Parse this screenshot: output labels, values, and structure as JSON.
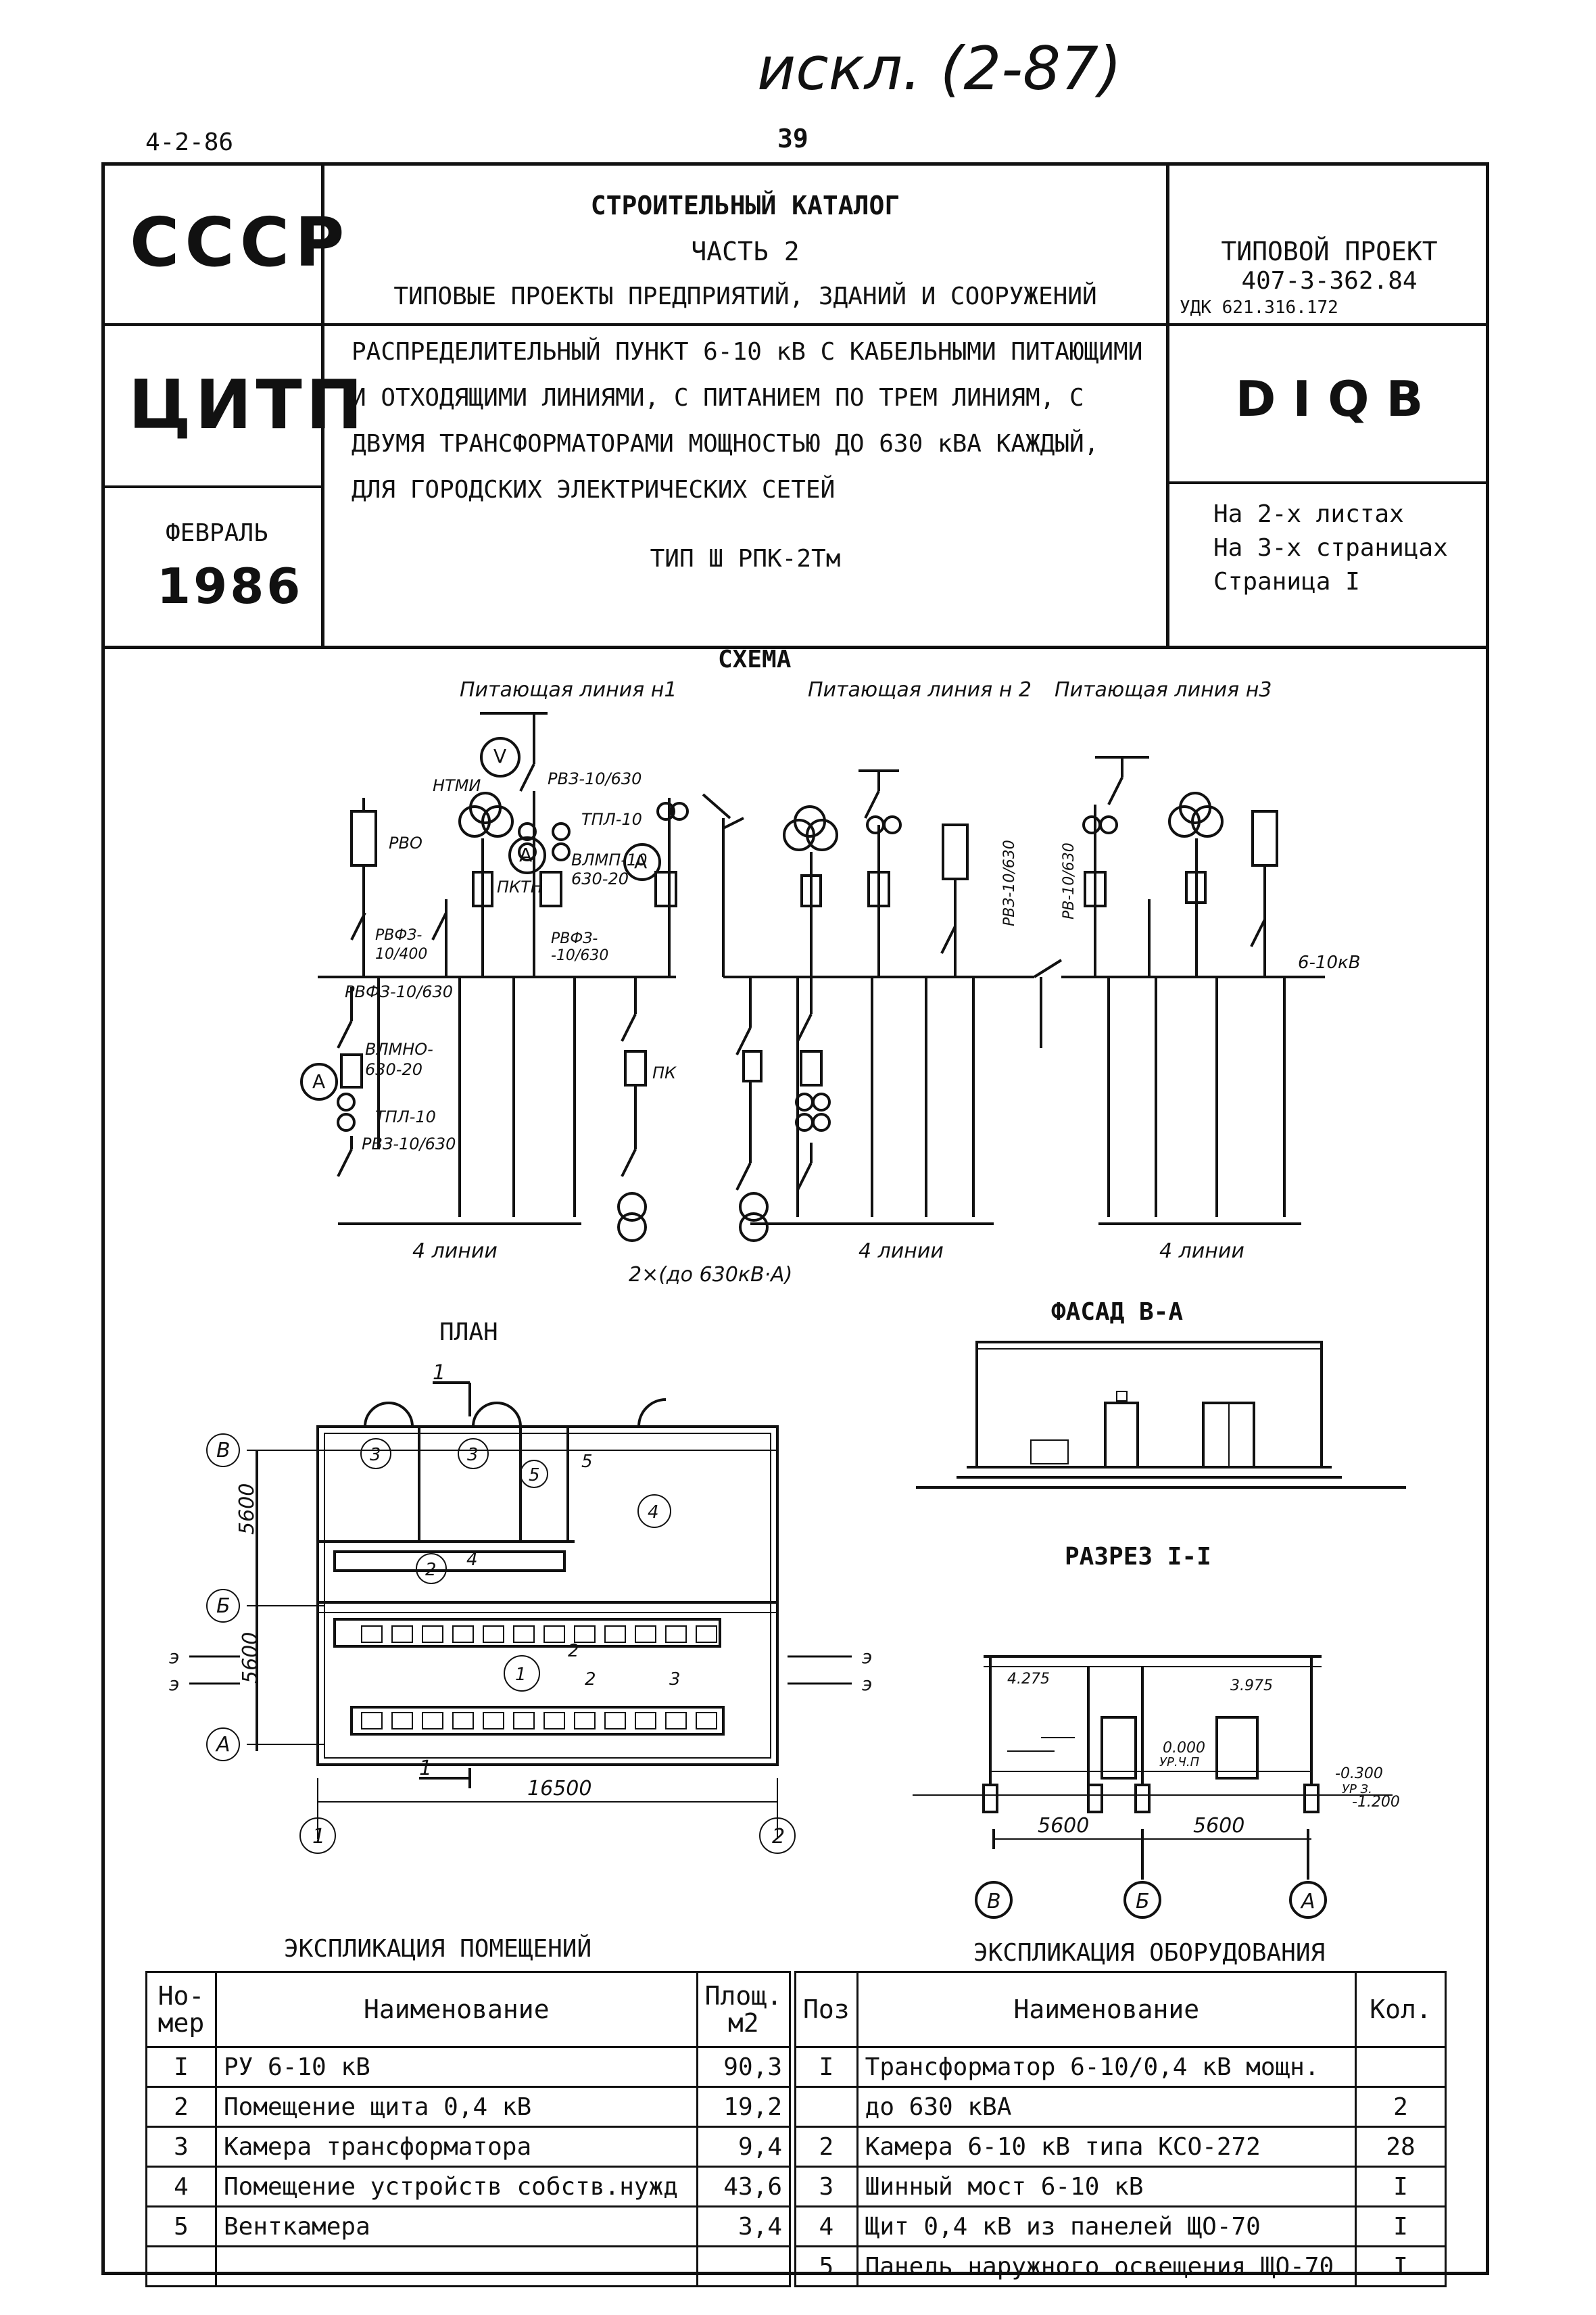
{
  "handwritten_note": "искл. (2-87)",
  "sheet_code": "4-2-86",
  "page_number": "39",
  "header": {
    "ussr": "СССР",
    "citp": "ЦИТП",
    "month": "ФЕВРАЛЬ",
    "year": "1986",
    "catalog_title": "СТРОИТЕЛЬНЫЙ КАТАЛОГ",
    "catalog_part": "ЧАСТЬ 2",
    "catalog_subtitle": "ТИПОВЫЕ ПРОЕКТЫ ПРЕДПРИЯТИЙ, ЗДАНИЙ И СООРУЖЕНИЙ",
    "project_label": "ТИПОВОЙ ПРОЕКТ",
    "project_number": "407-3-362.84",
    "udk": "УДК 621.316.172",
    "description_lines": [
      "РАСПРЕДЕЛИТЕЛЬНЫЙ ПУНКТ 6-10 кВ С КАБЕЛЬНЫМИ ПИТАЮЩИМИ",
      "И ОТХОДЯЩИМИ ЛИНИЯМИ, С ПИТАНИЕМ ПО ТРЕМ ЛИНИЯМ, С",
      "ДВУМЯ ТРАНСФОРМАТОРАМИ МОЩНОСТЬЮ ДО 630 кВА КАЖДЫЙ,",
      "ДЛЯ ГОРОДСКИХ ЭЛЕКТРИЧЕСКИХ СЕТЕЙ"
    ],
    "type_label": "ТИП Ш РПК-2Тм",
    "code": "D I Q B",
    "sheets_lines": [
      "На 2-х листах",
      "На 3-х страницах",
      "Страница I"
    ]
  },
  "schema": {
    "title": "СХЕМА",
    "feeders": [
      "Питающая линия н1",
      "Питающая линия н 2",
      "Питающая линия н3"
    ],
    "labels": {
      "ntmi": "НТМИ",
      "rvz": "РВЗ-10/630",
      "tpl": "ТПЛ-10",
      "rvo": "РВО",
      "vlmp": "ВЛМП-10",
      "vlmp2": "630-20",
      "pktn": "ПКТН",
      "rvfz_a": "РВФЗ-",
      "rvfz_a2": "10/400",
      "rvfz_b": "РВФЗ-",
      "rvfz_b2": "-10/630",
      "rvfz_c": "РВФЗ-10/630",
      "vlmno": "ВЛМНО-",
      "vlmno2": "630-20",
      "tpl2": "ТПЛ-10",
      "rvz2": "РВЗ-10/630",
      "pk": "ПК",
      "rvz_v": "РВЗ-10/630",
      "rv_v": "РВ-10/630",
      "bus_voltage": "6-10кВ",
      "lines_a": "4 линии",
      "lines_b": "4 линии",
      "lines_c": "4 линии",
      "transformers": "2×(до 630кВ·А)"
    }
  },
  "plan": {
    "title": "ПЛАН",
    "axis_letters": [
      "В",
      "Б",
      "А"
    ],
    "axis_numbers": [
      "1",
      "2"
    ],
    "dim_5600_a": "5600",
    "dim_5600_b": "5600",
    "dim_16500": "16500",
    "section_mark": "1",
    "room_marks": [
      "3",
      "3",
      "5",
      "5",
      "4",
      "2",
      "4",
      "1",
      "2",
      "2",
      "3"
    ],
    "arrow_in": "э",
    "arrow_out": "э"
  },
  "facade": {
    "title": "ФАСАД В-А"
  },
  "section": {
    "title": "РАЗРЕЗ I-I",
    "elevations": [
      "4.275",
      "3.975",
      "0.000",
      "-0.300",
      "-1.200"
    ],
    "level_marks": [
      "УР.Ч.П",
      "УР З."
    ],
    "dim_a": "5600",
    "dim_b": "5600",
    "axis_letters": [
      "В",
      "Б",
      "А"
    ]
  },
  "rooms_table": {
    "title": "ЭКСПЛИКАЦИЯ ПОМЕЩЕНИЙ",
    "headers": [
      "Но-\nмер",
      "Наименование",
      "Площ.\nм2"
    ],
    "rows": [
      [
        "I",
        "РУ 6-10 кВ",
        "90,3"
      ],
      [
        "2",
        "Помещение щита 0,4 кВ",
        "19,2"
      ],
      [
        "3",
        "Камера трансформатора",
        "9,4"
      ],
      [
        "4",
        "Помещение устройств собств.нужд",
        "43,6"
      ],
      [
        "5",
        "Венткамера",
        "3,4"
      ],
      [
        "",
        "",
        ""
      ]
    ]
  },
  "equipment_table": {
    "title": "ЭКСПЛИКАЦИЯ ОБОРУДОВАНИЯ",
    "headers": [
      "Поз",
      "Наименование",
      "Кол."
    ],
    "rows": [
      [
        "I",
        "Трансформатор 6-10/0,4 кВ мощн.",
        ""
      ],
      [
        "",
        "до 630 кВА",
        "2"
      ],
      [
        "2",
        "Камера 6-10 кВ типа КСО-272",
        "28"
      ],
      [
        "3",
        "Шинный мост 6-10 кВ",
        "I"
      ],
      [
        "4",
        "Щит 0,4 кВ из панелей ЩО-70",
        "I"
      ],
      [
        "5",
        "Панель наружного освещения ЩО-70",
        "I"
      ]
    ]
  }
}
